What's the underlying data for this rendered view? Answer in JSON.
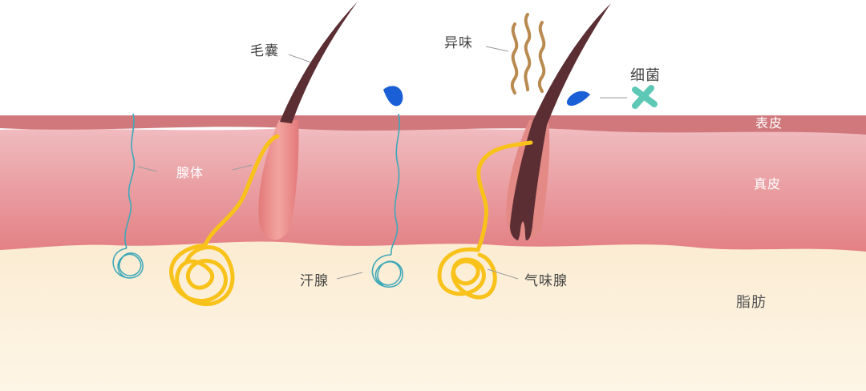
{
  "labels": {
    "hair_follicle": "毛囊",
    "gland_body": "腺体",
    "sweat_gland": "汗腺",
    "odor_gland": "气味腺",
    "odor": "异味",
    "bacteria": "细菌",
    "epidermis": "表皮",
    "dermis": "真皮",
    "fat": "脂肪"
  },
  "colors": {
    "epidermis": "#d0787c",
    "dermis_top": "#f0bcc0",
    "dermis_bottom": "#e38084",
    "fat_top": "#fbecd2",
    "fat_bottom": "#fdf5e6",
    "hair": "#5a2e33",
    "follicle": "#ec8f8c",
    "odor_gland": "#f8c21a",
    "sweat_gland": "#3fa8b8",
    "sweat_drop": "#1a5fd6",
    "odor_wave": "#b98a4f",
    "bacteria": "#5ec8b6",
    "leader_line": "#9a9a9a"
  }
}
